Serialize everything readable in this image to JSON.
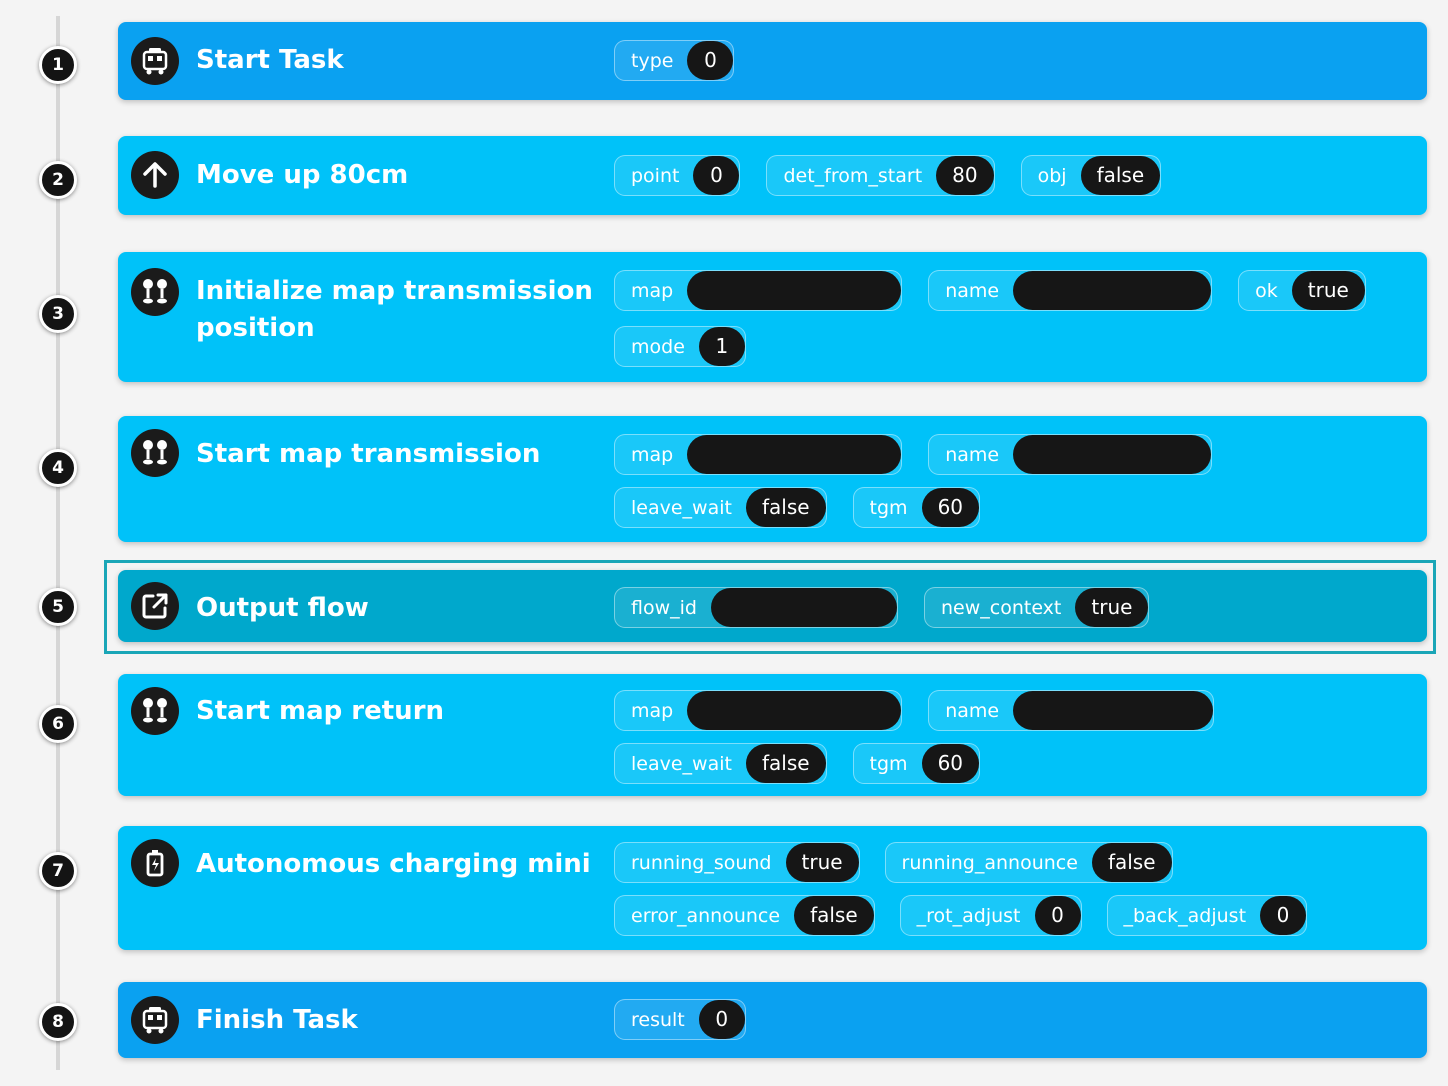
{
  "steps": [
    {
      "number": "1",
      "title": "Start Task",
      "icon": "robot-cart-icon",
      "style": "dark",
      "params": [
        {
          "key": "type",
          "value": "0"
        }
      ]
    },
    {
      "number": "2",
      "title": "Move up 80cm",
      "icon": "arrow-up-icon",
      "style": "light",
      "params": [
        {
          "key": "point",
          "value": "0"
        },
        {
          "key": "det_from_start",
          "value": "80"
        },
        {
          "key": "obj",
          "value": "false"
        }
      ]
    },
    {
      "number": "3",
      "title": "Initialize map transmission position",
      "icon": "map-points-icon",
      "style": "light",
      "params": [
        {
          "key": "map",
          "value": "",
          "redacted": true
        },
        {
          "key": "name",
          "value": "",
          "redacted": true
        },
        {
          "key": "ok",
          "value": "true"
        },
        {
          "key": "mode",
          "value": "1"
        }
      ]
    },
    {
      "number": "4",
      "title": "Start map transmission",
      "icon": "map-points-icon",
      "style": "light",
      "params": [
        {
          "key": "map",
          "value": "",
          "redacted": true
        },
        {
          "key": "name",
          "value": "",
          "redacted": true
        },
        {
          "key": "leave_wait",
          "value": "false"
        },
        {
          "key": "tgm",
          "value": "60"
        }
      ]
    },
    {
      "number": "5",
      "title": "Output flow",
      "icon": "external-link-icon",
      "style": "selected",
      "params": [
        {
          "key": "flow_id",
          "value": "",
          "redacted": true
        },
        {
          "key": "new_context",
          "value": "true"
        }
      ]
    },
    {
      "number": "6",
      "title": "Start map return",
      "icon": "map-points-icon",
      "style": "light",
      "params": [
        {
          "key": "map",
          "value": "",
          "redacted": true
        },
        {
          "key": "name",
          "value": "",
          "redacted": true
        },
        {
          "key": "leave_wait",
          "value": "false"
        },
        {
          "key": "tgm",
          "value": "60"
        }
      ]
    },
    {
      "number": "7",
      "title": "Autonomous charging mini",
      "icon": "charging-icon",
      "style": "light",
      "params": [
        {
          "key": "running_sound",
          "value": "true"
        },
        {
          "key": "running_announce",
          "value": "false"
        },
        {
          "key": "error_announce",
          "value": "false"
        },
        {
          "key": "_rot_adjust",
          "value": "0"
        },
        {
          "key": "_back_adjust",
          "value": "0"
        }
      ]
    },
    {
      "number": "8",
      "title": "Finish Task",
      "icon": "robot-cart-icon",
      "style": "dark",
      "params": [
        {
          "key": "result",
          "value": "0"
        }
      ]
    }
  ],
  "colors": {
    "card_light": "#00c2f9",
    "card_dark": "#0aa1f1",
    "card_selected": "#00a8cc",
    "selection_border": "#1aa6b7",
    "value_pill": "#161616"
  }
}
